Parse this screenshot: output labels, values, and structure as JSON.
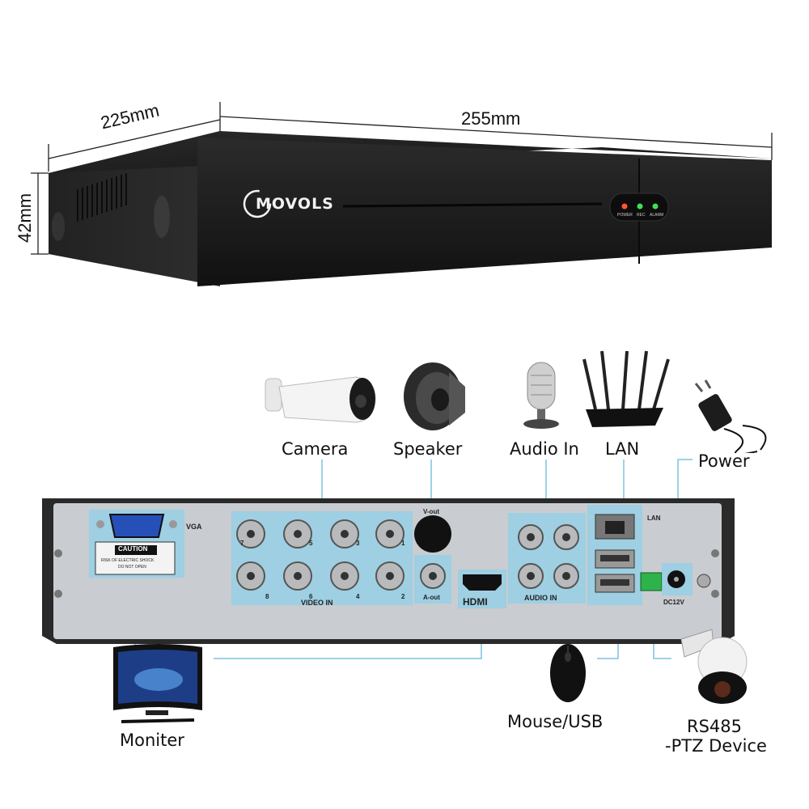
{
  "dimensions": {
    "depth": "225mm",
    "width": "255mm",
    "height": "42mm"
  },
  "front": {
    "brand": "MOVOLS",
    "leds": [
      "POWER",
      "REC",
      "ALARM"
    ]
  },
  "rear_panel": {
    "vga": "VGA",
    "caution_title": "CAUTION",
    "caution_line1": "RISK OF ELECTRIC SHOCK",
    "caution_line2": "DO NOT OPEN",
    "video_in": "VIDEO IN",
    "channels_top": [
      "7",
      "5",
      "3",
      "1"
    ],
    "channels_bottom": [
      "8",
      "6",
      "4",
      "2"
    ],
    "vout": "V-out",
    "aout": "A-out",
    "hdmi": "HDMI",
    "audio_in": "AUDIO IN",
    "lan": "LAN",
    "dc": "DC12V"
  },
  "devices": {
    "camera": "Camera",
    "speaker": "Speaker",
    "audio_in": "Audio In",
    "lan": "LAN",
    "power": "Power",
    "monitor": "Moniter",
    "mouse": "Mouse/USB",
    "ptz_line1": "RS485",
    "ptz_line2": "-PTZ Device"
  },
  "colors": {
    "highlight": "#8fd0e8",
    "line": "#7cc3de",
    "body": "#1c1c1c",
    "panel": "#c9ccd0"
  }
}
